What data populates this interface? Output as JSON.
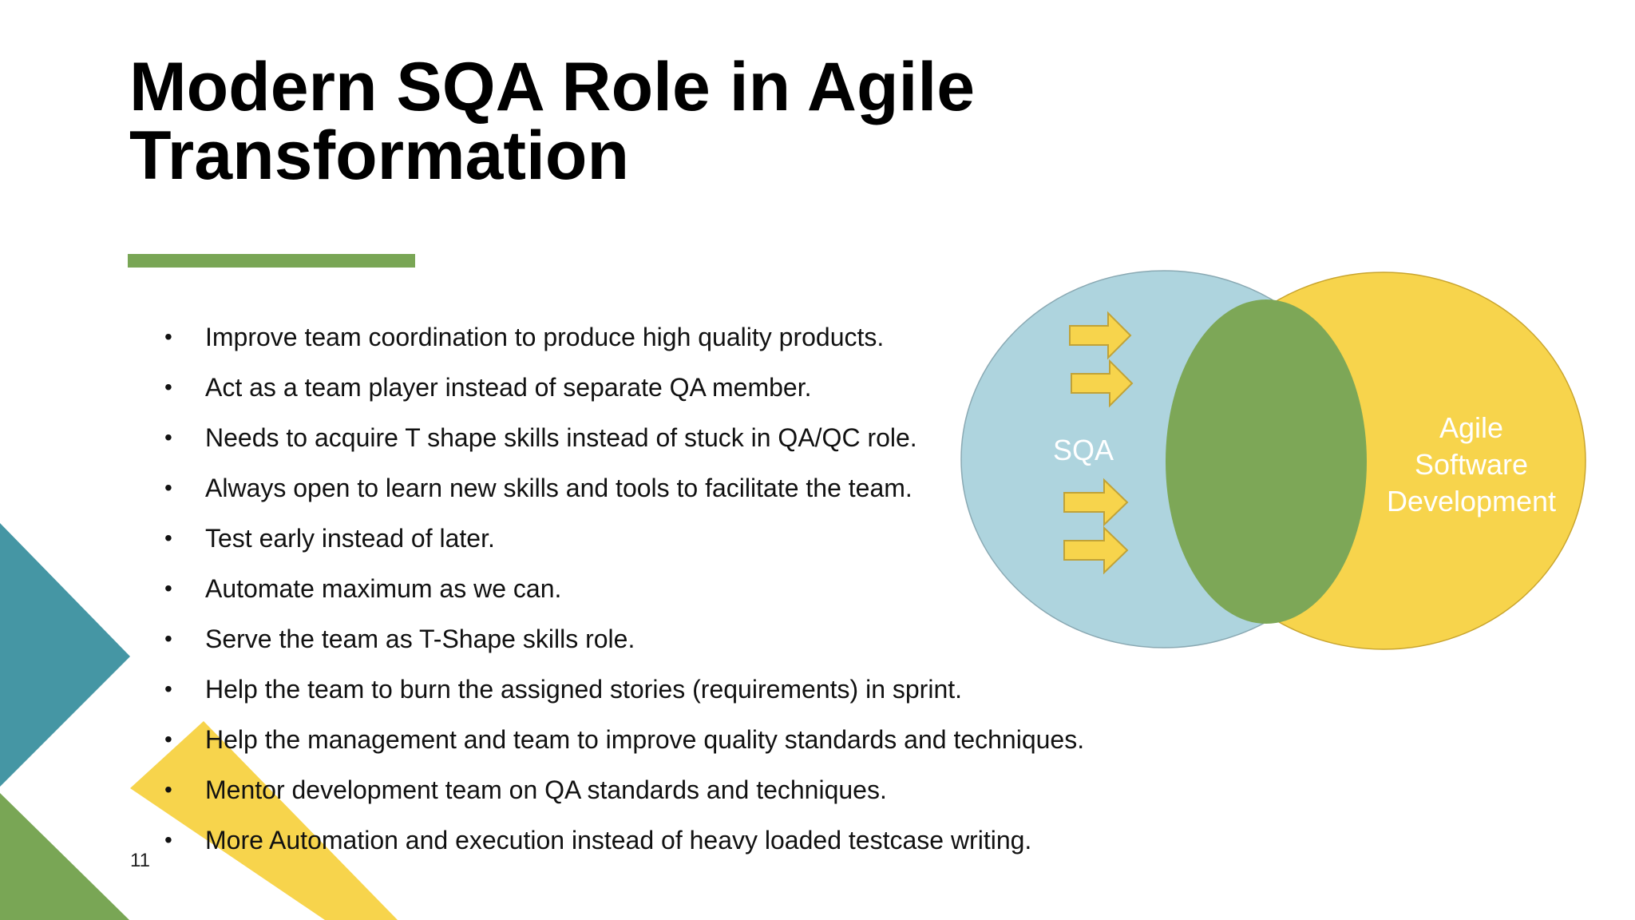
{
  "slide": {
    "title_lines": [
      "Modern SQA Role in Agile",
      "Transformation"
    ],
    "bullets": [
      "Improve team coordination to produce high quality products.",
      "Act as a team player instead of separate QA member.",
      "Needs to acquire T shape skills instead of stuck in QA/QC role.",
      "Always open to learn new skills and tools to facilitate the team.",
      "Test early instead of later.",
      "Automate maximum as we can.",
      "Serve the team as T-Shape skills role.",
      "Help the team to burn the assigned stories (requirements) in sprint.",
      "Help the management and team to improve quality standards and techniques.",
      "Mentor development team on QA standards and techniques.",
      "More Automation and execution instead of heavy loaded testcase writing."
    ],
    "page_number": "11"
  },
  "diagram": {
    "left_label": "SQA",
    "right_label_lines": [
      "Agile",
      "Software",
      "Development"
    ],
    "colors": {
      "left_circle": "#aed4de",
      "right_circle": "#f7d44c",
      "overlap": "#7da757",
      "arrows": "#f7d44c"
    }
  },
  "decor": {
    "colors": {
      "teal": "#4596a4",
      "green": "#79a655",
      "yellow": "#f7d44c"
    }
  }
}
